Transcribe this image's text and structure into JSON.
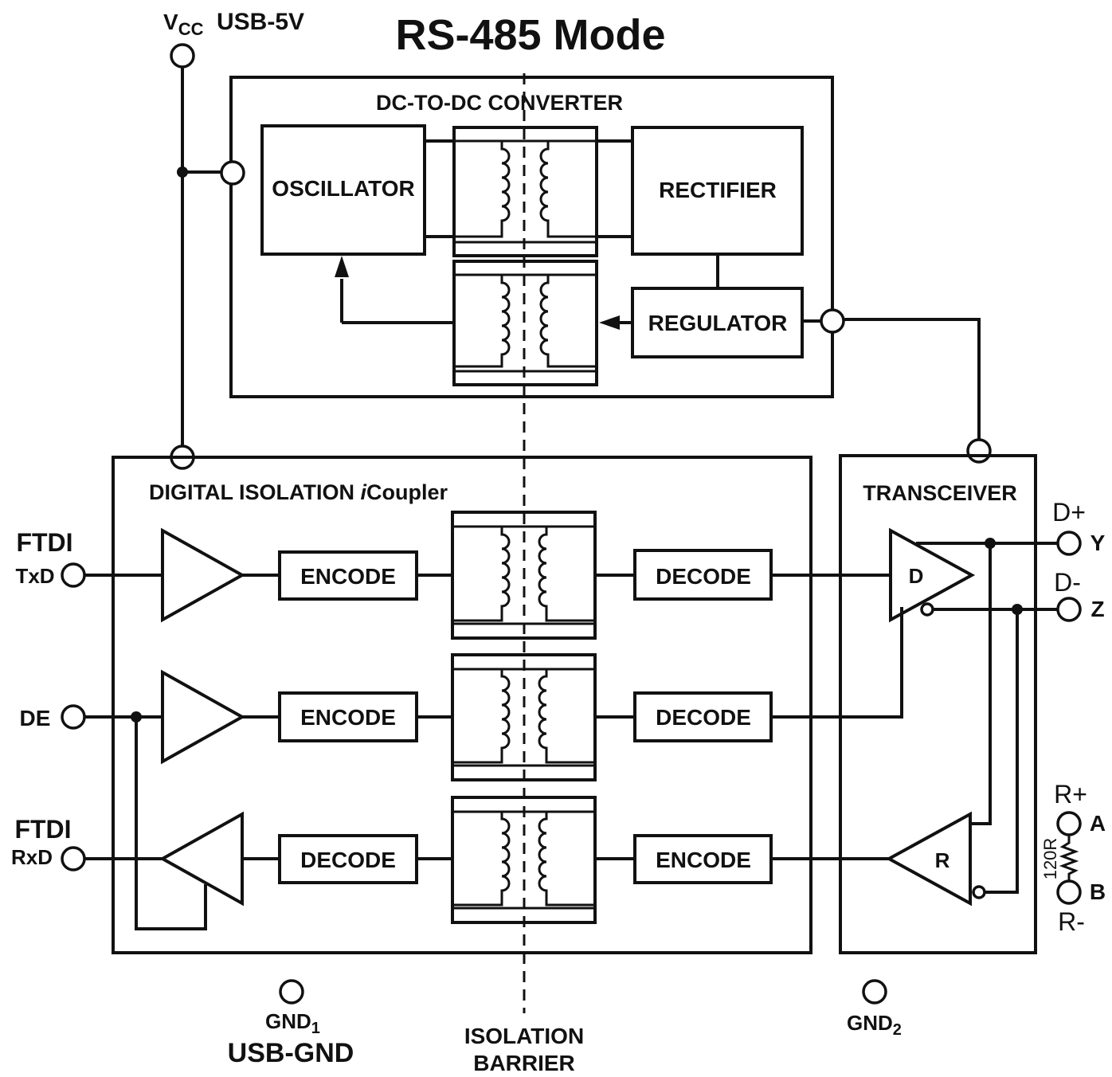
{
  "title": "RS-485 Mode",
  "power": {
    "vcc_main": "V",
    "vcc_sub": "CC",
    "vcc_name": "USB-5V"
  },
  "dcdc": {
    "title": "DC-TO-DC CONVERTER",
    "oscillator": "OSCILLATOR",
    "rectifier": "RECTIFIER",
    "regulator": "REGULATOR"
  },
  "isolation": {
    "title_prefix": "DIGITAL ISOLATION ",
    "title_italic": "i",
    "title_suffix": "Coupler",
    "channels": [
      {
        "left": "ENCODE",
        "right": "DECODE"
      },
      {
        "left": "ENCODE",
        "right": "DECODE"
      },
      {
        "left": "DECODE",
        "right": "ENCODE"
      }
    ]
  },
  "transceiver": {
    "title": "TRANSCEIVER",
    "driver": "D",
    "receiver": "R"
  },
  "left_pins": {
    "ftdi_tx": "FTDI",
    "txd": "TxD",
    "de": "DE",
    "ftdi_rx": "FTDI",
    "rxd": "RxD"
  },
  "right_pins": {
    "d_plus": "D+",
    "y": "Y",
    "d_minus": "D-",
    "z": "Z",
    "r_plus": "R+",
    "a": "A",
    "resistor": "120R",
    "b": "B",
    "r_minus": "R-"
  },
  "ground": {
    "gnd1_main": "GND",
    "gnd1_sub": "1",
    "gnd1_name": "USB-GND",
    "gnd2_main": "GND",
    "gnd2_sub": "2"
  },
  "barrier": {
    "line1": "ISOLATION",
    "line2": "BARRIER"
  }
}
